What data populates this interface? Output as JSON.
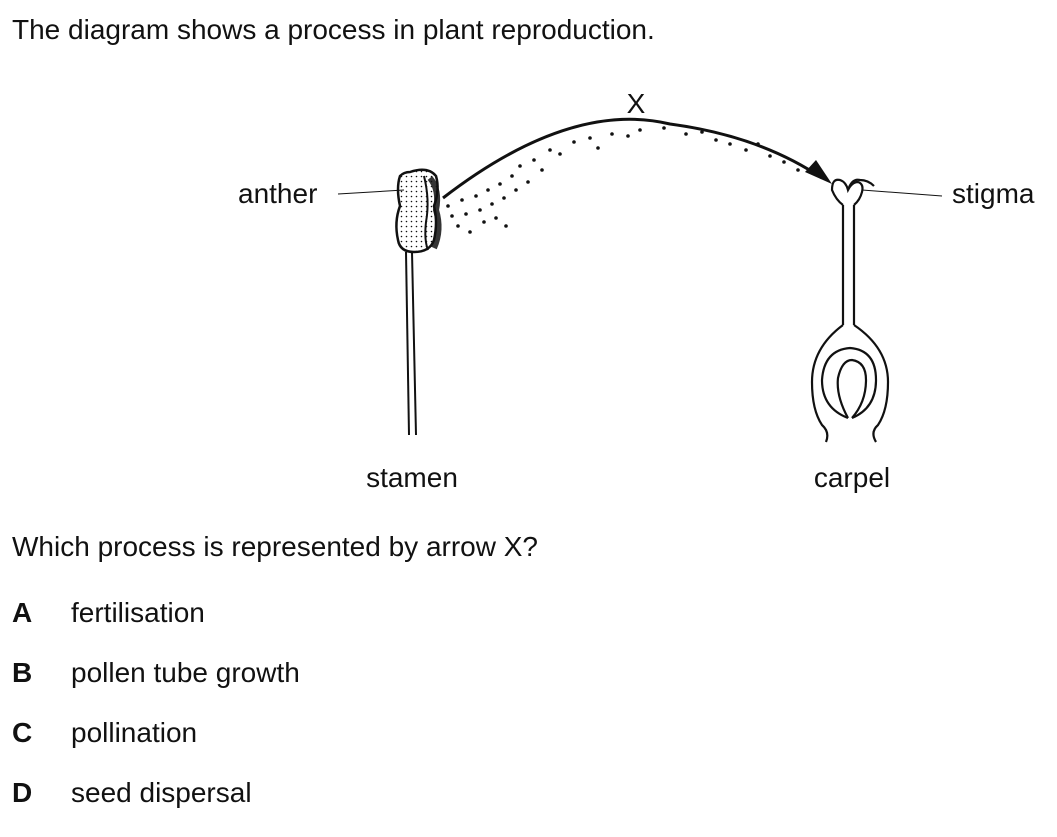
{
  "intro": "The diagram shows a process in plant reproduction.",
  "diagram": {
    "labels": {
      "arrow": "X",
      "anther": "anther",
      "stigma": "stigma",
      "stamen": "stamen",
      "carpel": "carpel"
    }
  },
  "question": "Which process is represented by arrow X?",
  "options": [
    {
      "letter": "A",
      "text": "fertilisation"
    },
    {
      "letter": "B",
      "text": "pollen tube growth"
    },
    {
      "letter": "C",
      "text": "pollination"
    },
    {
      "letter": "D",
      "text": "seed dispersal"
    }
  ]
}
